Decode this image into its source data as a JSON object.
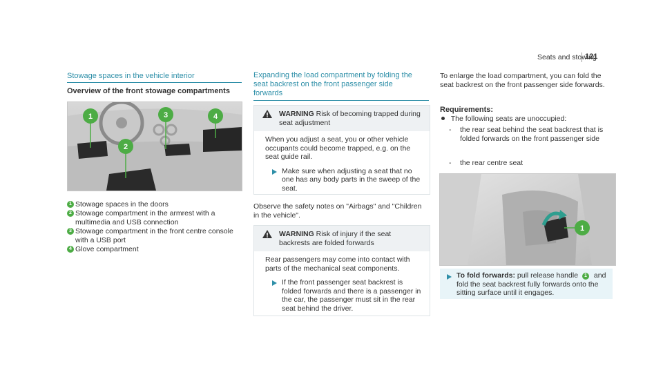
{
  "header": {
    "section": "Seats and stowing",
    "page_number": "121"
  },
  "col1": {
    "title": "Stowage spaces in the vehicle interior",
    "subtitle": "Overview of the front stowage compartments",
    "callouts": [
      "1",
      "2",
      "3",
      "4"
    ],
    "items": [
      {
        "n": "1",
        "text": "Stowage spaces in the doors"
      },
      {
        "n": "2",
        "text": "Stowage compartment in the armrest with a multimedia and USB connection"
      },
      {
        "n": "3",
        "text": "Stowage compartment in the front centre console with a USB port"
      },
      {
        "n": "4",
        "text": "Glove compartment"
      }
    ]
  },
  "col2": {
    "title": "Expanding the load compartment by folding the seat backrest on the front passenger side forwards",
    "warning1": {
      "label": "WARNING",
      "headline": "Risk of becoming trapped during seat adjustment",
      "body": "When you adjust a seat, you or other vehicle occupants could become trapped, e.g. on the seat guide rail.",
      "bullet": "Make sure when adjusting a seat that no one has any body parts in the sweep of the seat."
    },
    "note": "Observe the safety notes on \"Airbags\" and \"Children in the vehicle\".",
    "warning2": {
      "label": "WARNING",
      "headline": "Risk of injury if the seat backrests are folded forwards",
      "body": "Rear passengers may come into contact with parts of the mechanical seat components.",
      "bullet": "If the front passenger seat backrest is folded forwards and there is a passenger in the car, the passenger must sit in the rear seat behind the driver."
    }
  },
  "col3": {
    "intro": "To enlarge the load compartment, you can fold the seat backrest on the front passenger side forwards.",
    "requirements_label": "Requirements:",
    "requirement": "The following seats are unoccupied:",
    "sub_items": [
      "the rear seat behind the seat backrest that is folded forwards on the front passenger side",
      "the rear centre seat"
    ],
    "callout": "1",
    "step_label": "To fold forwards:",
    "step_text_a": "pull release handle",
    "step_num": "1",
    "step_text_b": "and fold the seat backrest fully forwards onto the sitting surface until it engages."
  },
  "colors": {
    "accent": "#2e8fa8",
    "callout_green": "#4dac45",
    "warning_bg": "#eef1f3"
  }
}
